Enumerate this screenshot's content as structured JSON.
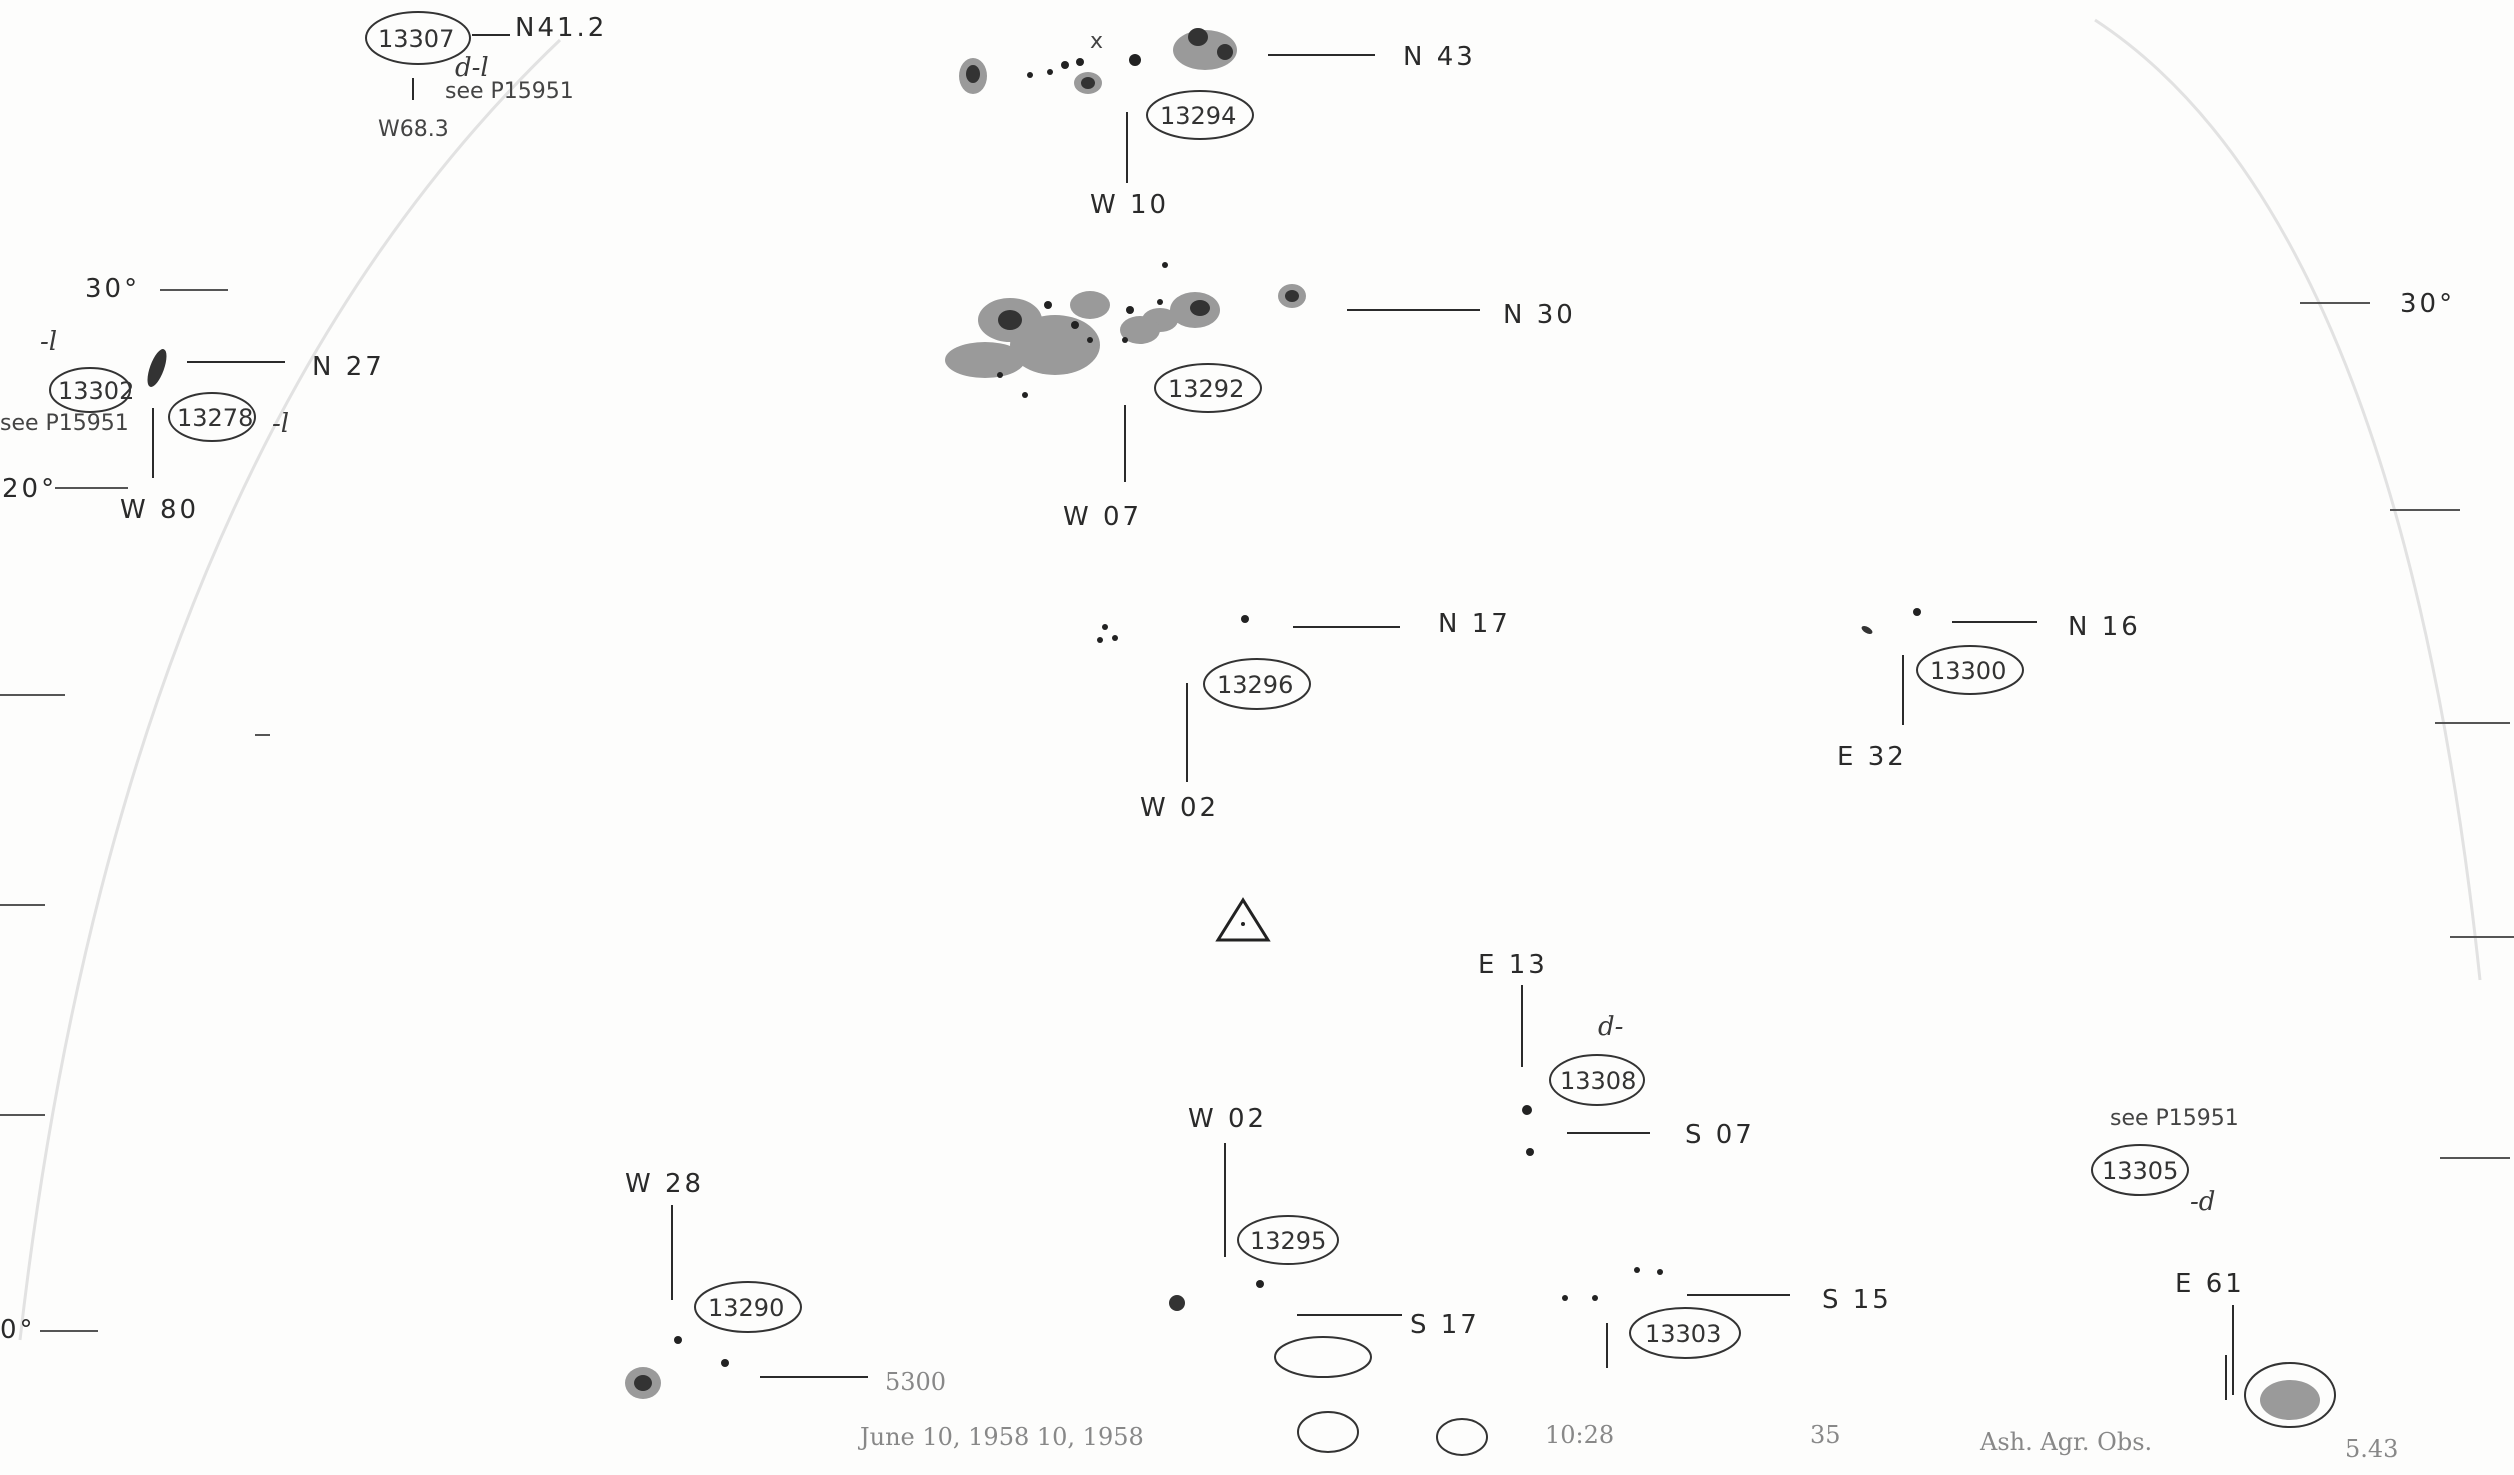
{
  "plate_map": {
    "markers": [
      {
        "key": "m13307",
        "id": "13307",
        "north": "N41.2",
        "west": "W68.3",
        "note": "d-l",
        "see": "see P15951"
      },
      {
        "key": "m13294",
        "id": "13294",
        "north": "N 43",
        "west": "W 10"
      },
      {
        "key": "m13292",
        "id": "13292",
        "north": "N 30",
        "west": "W 07"
      },
      {
        "key": "m13302",
        "id": "13302",
        "note": "-l",
        "see": "see P15951"
      },
      {
        "key": "m13278",
        "id": "13278",
        "north": "N 27",
        "west": "W 80",
        "note": "-l"
      },
      {
        "key": "m13296",
        "id": "13296",
        "north": "N 17",
        "west": "W 02"
      },
      {
        "key": "m13300",
        "id": "13300",
        "north": "N 16",
        "east": "E 32"
      },
      {
        "key": "m13308",
        "id": "13308",
        "south": "S 07",
        "east": "E 13",
        "note": "d-"
      },
      {
        "key": "m13305",
        "id": "13305",
        "see": "see P15951",
        "note": "-d"
      },
      {
        "key": "m13295",
        "id": "13295",
        "west": "W 02",
        "south": "S 17"
      },
      {
        "key": "m13290",
        "id": "13290",
        "west": "W 28"
      },
      {
        "key": "m13303",
        "id": "13303",
        "south": "S 15"
      },
      {
        "key": "m13306",
        "east": "E 61"
      }
    ],
    "scale": {
      "right_top": "30°",
      "left_top": "30°",
      "left_mid": "20°",
      "left_bottom": "0°"
    },
    "footer": {
      "date": "June 10, 1958  10, 1958",
      "time": "10:28",
      "misc": "5300",
      "plate_no": "35",
      "observer": "Ash. Agr. Obs.",
      "sheet": "5.43"
    }
  }
}
